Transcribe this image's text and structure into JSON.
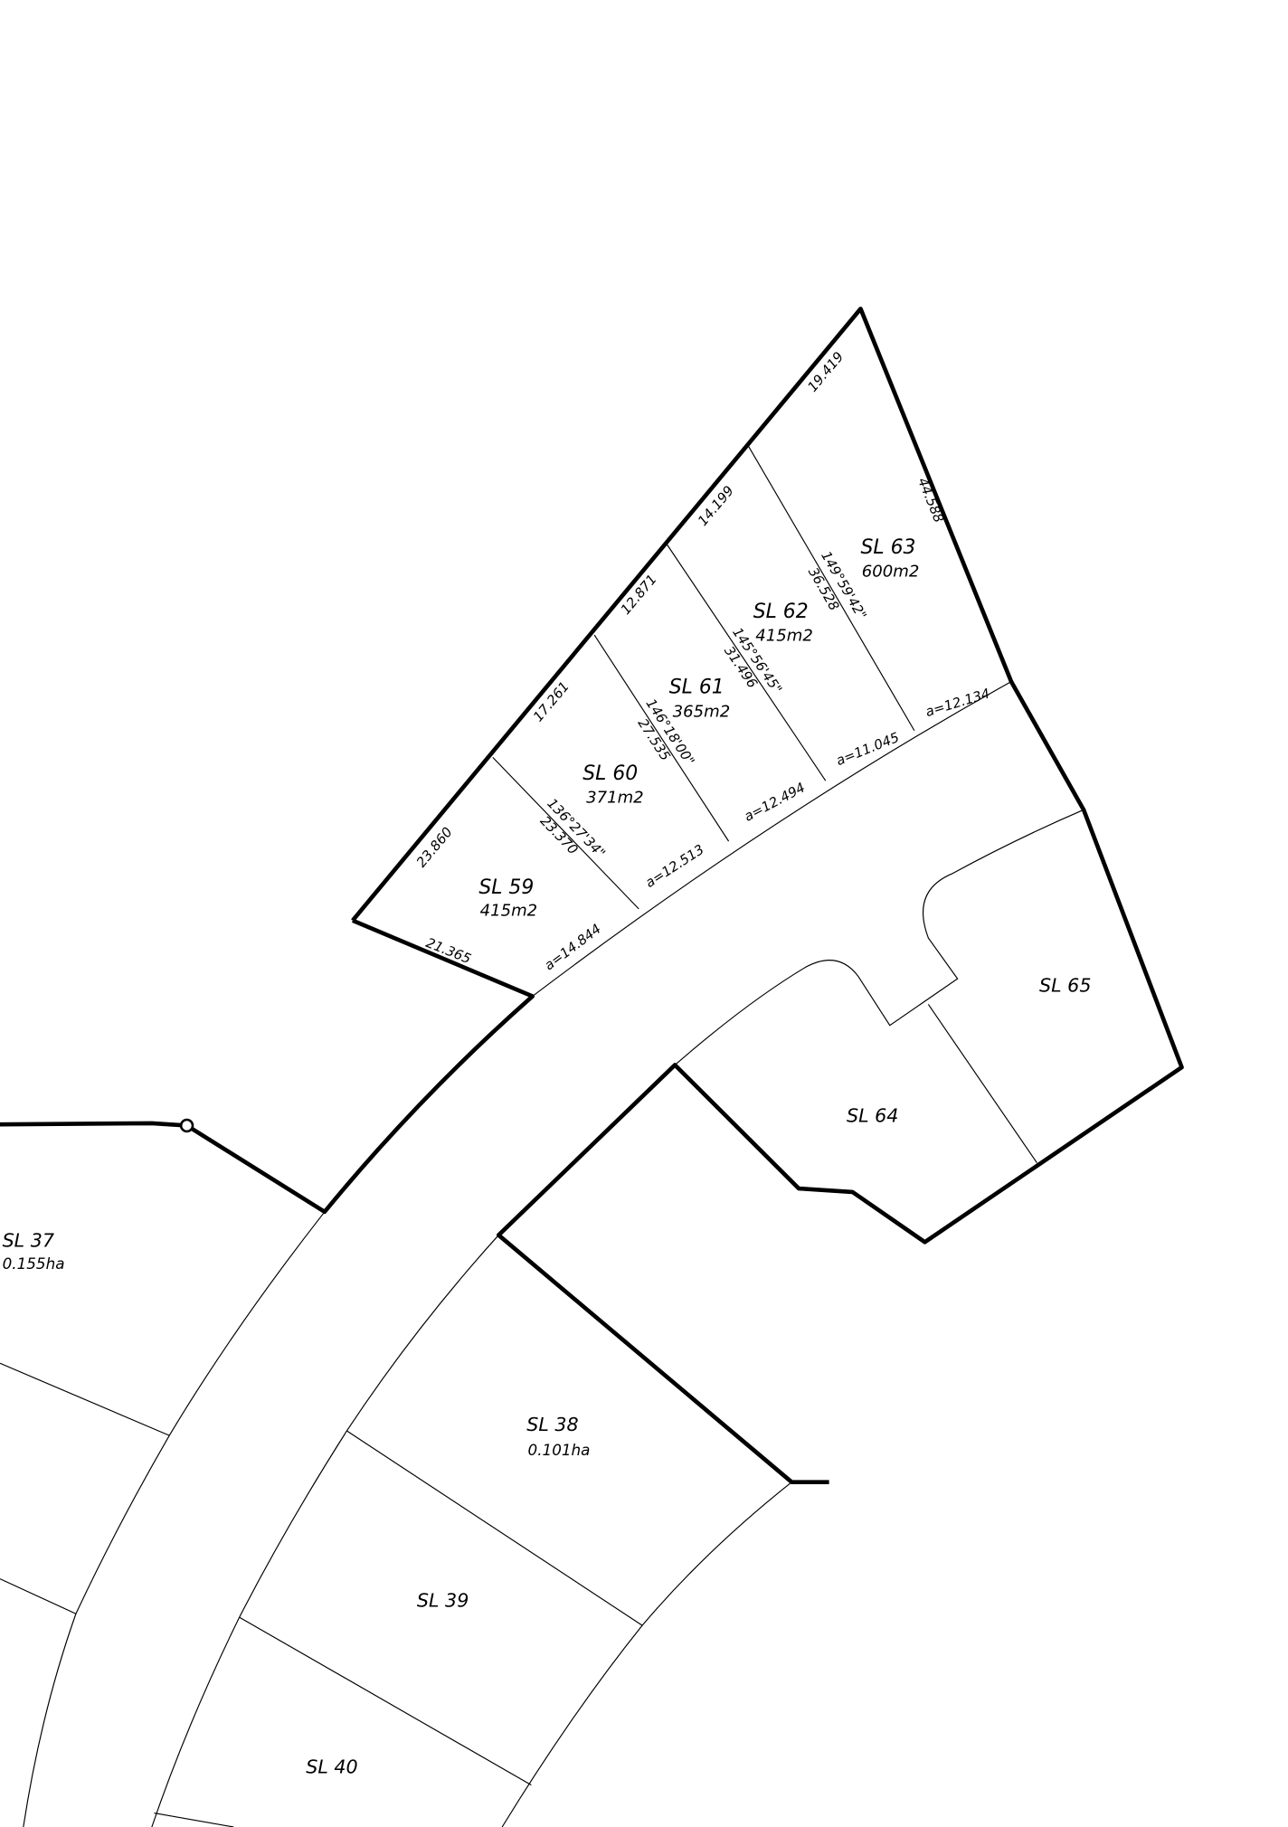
{
  "plan": {
    "line_color": "#000000",
    "background": "#ffffff",
    "lots": [
      {
        "id": "SL 59",
        "area": "415m2"
      },
      {
        "id": "SL 60",
        "area": "371m2"
      },
      {
        "id": "SL 61",
        "area": "365m2"
      },
      {
        "id": "SL 62",
        "area": "415m2"
      },
      {
        "id": "SL 63",
        "area": "600m2"
      },
      {
        "id": "SL 64",
        "area": ""
      },
      {
        "id": "SL 65",
        "area": ""
      },
      {
        "id": "SL 37",
        "area": "0.155ha"
      },
      {
        "id": "SL 38",
        "area": "0.101ha"
      },
      {
        "id": "SL 39",
        "area": ""
      },
      {
        "id": "SL 40",
        "area": ""
      }
    ],
    "rear_boundary": [
      "23.860",
      "17.261",
      "12.871",
      "14.199",
      "19.419"
    ],
    "side_boundaries": {
      "sl59_west": "21.365",
      "sl63_east": "44.588"
    },
    "dividers": [
      {
        "bearing": "136°27'34\"",
        "distance": "23.370"
      },
      {
        "bearing": "146°18'00\"",
        "distance": "27.535"
      },
      {
        "bearing": "145°56'45\"",
        "distance": "31.496"
      },
      {
        "bearing": "149°59'42\"",
        "distance": "36.528"
      }
    ],
    "arcs": [
      "a=14.844",
      "a=12.513",
      "a=12.494",
      "a=11.045",
      "a=12.134"
    ]
  }
}
